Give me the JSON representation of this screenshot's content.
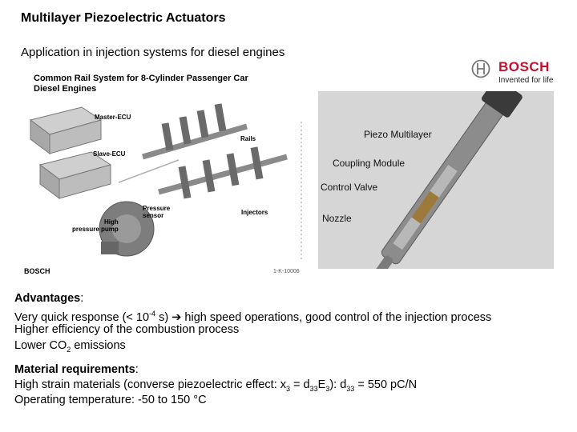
{
  "slide": {
    "title": "Multilayer Piezoelectric Actuators",
    "subtitle": "Application in injection systems for diesel engines"
  },
  "logo": {
    "brand": "BOSCH",
    "tagline": "Invented for life",
    "brand_color": "#c8102e",
    "icon": "bosch-armature-icon"
  },
  "left_figure": {
    "title_line1": "Common Rail System for 8-Cylinder Passenger Car",
    "title_line2": "Diesel Engines",
    "labels": {
      "master_ecu": "Master-ECU",
      "slave_ecu": "Slave-ECU",
      "rails": "Rails",
      "pressure_sensor_1": "Pressure",
      "pressure_sensor_2": "sensor",
      "injectors": "Injectors",
      "pump_1": "High",
      "pump_2": "pressure pump"
    },
    "brand": "BOSCH",
    "code": "1-K-10006"
  },
  "right_figure": {
    "labels": {
      "piezo": "Piezo Multilayer",
      "coupling": "Coupling Module",
      "valve": "Control Valve",
      "nozzle": "Nozzle"
    }
  },
  "advantages": {
    "heading": "Advantages",
    "heading_suffix": ":",
    "line1_a": "Very quick response (< 10",
    "line1_exp": "-4",
    "line1_b": " s) ",
    "line1_arrow": "➔",
    "line1_c": " high speed operations, good control of the injection process",
    "line2": "Higher efficiency of the combustion process",
    "line3_a": "Lower CO",
    "line3_sub": "2",
    "line3_b": " emissions"
  },
  "materials": {
    "heading": "Material requirements",
    "heading_suffix": ":",
    "line1_a": "High strain materials (converse piezoelectric effect: x",
    "line1_s1": "3",
    "line1_b": " = d",
    "line1_s2": "33",
    "line1_c": "E",
    "line1_s3": "3",
    "line1_d": "): d",
    "line1_s4": "33",
    "line1_e": " = 550 pC/N",
    "line2": "Operating temperature: -50 to 150 °C"
  }
}
